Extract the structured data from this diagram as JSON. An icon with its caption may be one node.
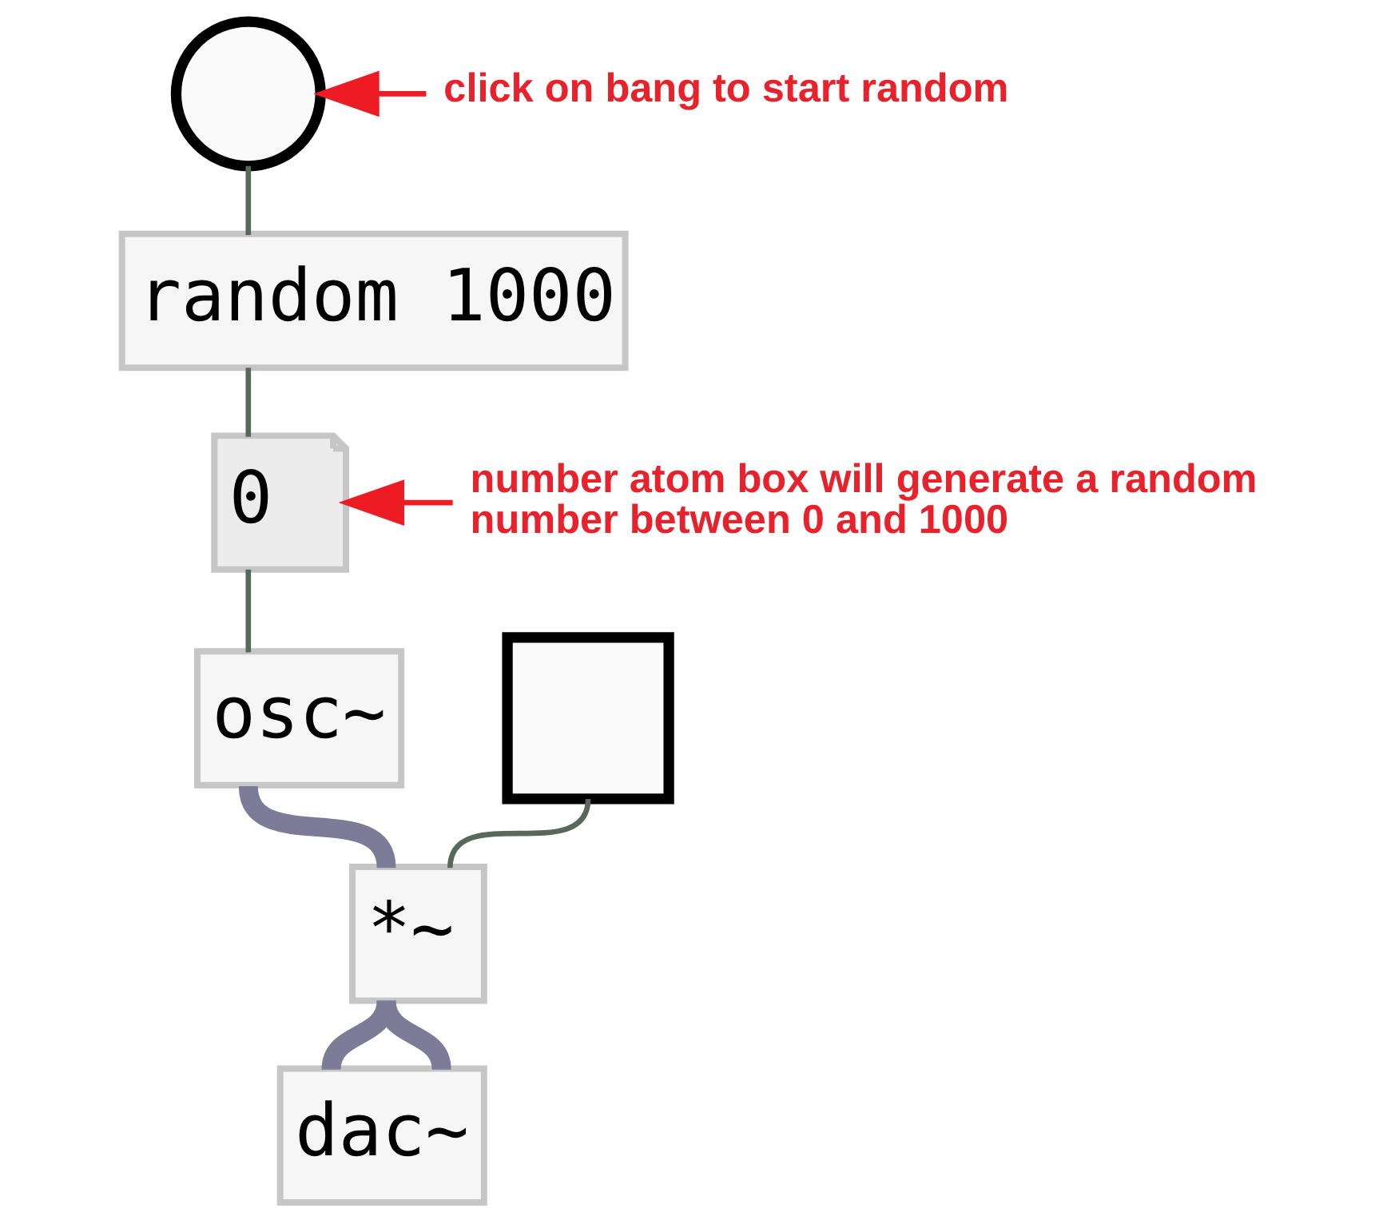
{
  "diagram": {
    "nodes": [
      {
        "text": [],
        "shape": "circle"
      },
      {
        "text": [
          "click on bang to start random"
        ]
      },
      {
        "text": [
          "random 1000"
        ]
      },
      {
        "text": [
          "0"
        ]
      },
      {
        "text": [
          "number atom box will generate a random number between 0 and 1000"
        ]
      },
      {
        "text": [
          "osc~"
        ]
      },
      {
        "text": [],
        "shape": "box"
      },
      {
        "text": [
          "*~"
        ]
      },
      {
        "text": [
          "dac~"
        ]
      }
    ],
    "edges": [
      {
        "from": 1,
        "to": 0,
        "arrow": "to",
        "color": "#ed1c24"
      },
      {
        "from": 0,
        "to": 2,
        "arrow": "none"
      },
      {
        "from": 2,
        "to": 3,
        "arrow": "none"
      },
      {
        "from": 4,
        "to": 3,
        "arrow": "to",
        "color": "#ed1c24"
      },
      {
        "from": 3,
        "to": 5,
        "arrow": "none"
      },
      {
        "from": 5,
        "to": 7,
        "arrow": "none",
        "style": "thick",
        "color": "#7c7c98"
      },
      {
        "from": 6,
        "to": 7,
        "arrow": "none"
      },
      {
        "from": 7,
        "to": 8,
        "arrow": "none",
        "style": "thick",
        "color": "#7c7c98"
      },
      {
        "from": 7,
        "to": 8,
        "arrow": "none",
        "style": "thick",
        "color": "#7c7c98"
      }
    ]
  }
}
